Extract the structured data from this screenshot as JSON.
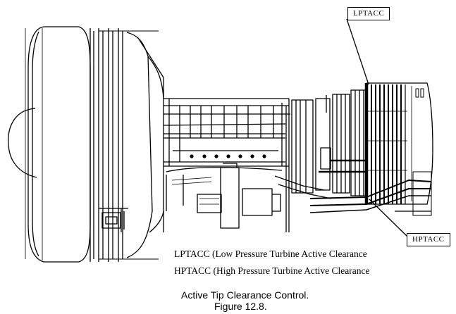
{
  "callouts": {
    "lptacc": "LPTACC",
    "hptacc": "HPTACC"
  },
  "legend": {
    "line1": "LPTACC (Low Pressure Turbine Active Clearance",
    "line2": "HPTACC (High Pressure Turbine Active Clearance"
  },
  "caption": {
    "title": "Active Tip Clearance Control.",
    "figure_number": "Figure 12.8."
  }
}
